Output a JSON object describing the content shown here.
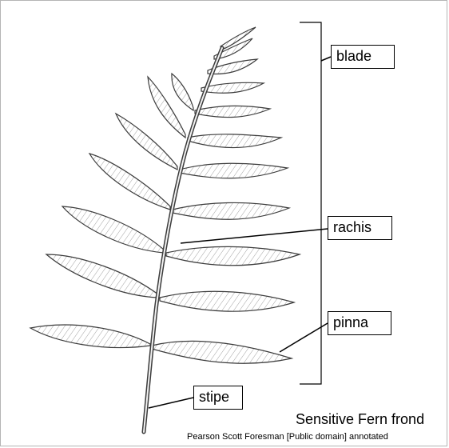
{
  "labels": {
    "blade": "blade",
    "rachis": "rachis",
    "pinna": "pinna",
    "stipe": "stipe"
  },
  "caption": "Sensitive Fern frond",
  "credit": "Pearson Scott Foresman [Public domain] annotated",
  "colors": {
    "ink": "#000000",
    "frond_fill": "#ebebeb",
    "frond_stroke": "#3c3c3c",
    "background": "#ffffff"
  }
}
